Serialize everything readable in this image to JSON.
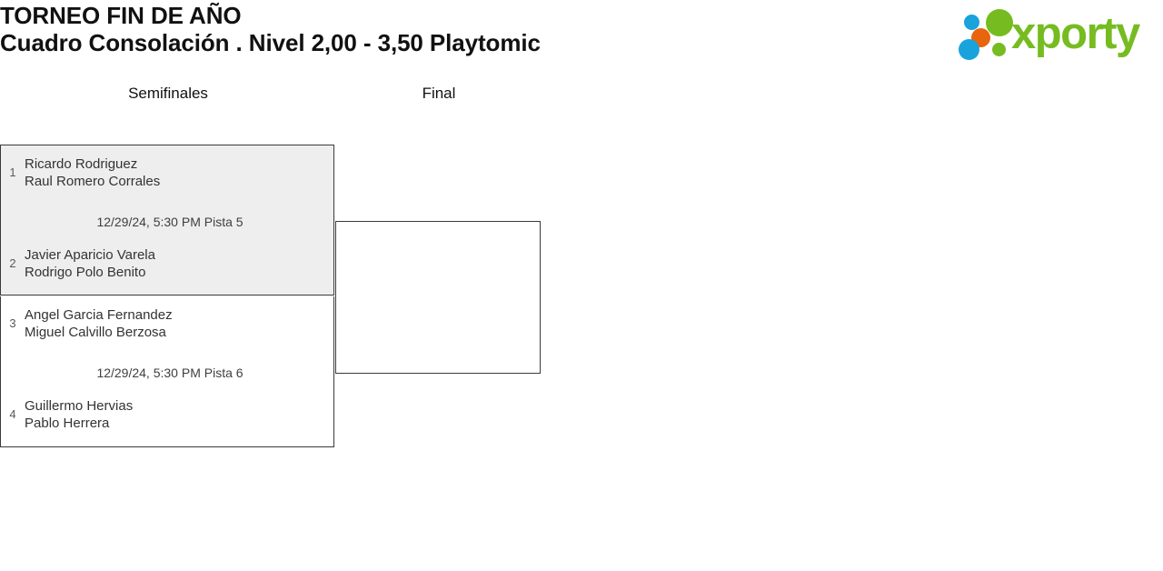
{
  "header": {
    "tournament_name": "TORNEO FIN DE AÑO",
    "subtitle": "Cuadro Consolación . Nivel 2,00 - 3,50 Playtomic",
    "logo": {
      "wordmark": "xporty",
      "brand_green": "#76bc21",
      "brand_blue": "#19a3dd",
      "brand_orange": "#e8650d"
    }
  },
  "bracket": {
    "rounds": [
      {
        "label": "Semifinales"
      },
      {
        "label": "Final"
      }
    ],
    "matches": [
      {
        "id": "sf1",
        "round": "Semifinales",
        "highlighted": true,
        "schedule": "12/29/24, 5:30 PM Pista 5",
        "teams": [
          {
            "seed": "1",
            "player1": "Ricardo Rodriguez",
            "player2": "Raul Romero Corrales"
          },
          {
            "seed": "2",
            "player1": "Javier Aparicio Varela",
            "player2": "Rodrigo Polo Benito"
          }
        ]
      },
      {
        "id": "sf2",
        "round": "Semifinales",
        "highlighted": false,
        "schedule": "12/29/24, 5:30 PM Pista 6",
        "teams": [
          {
            "seed": "3",
            "player1": "Angel Garcia Fernandez",
            "player2": "Miguel Calvillo Berzosa"
          },
          {
            "seed": "4",
            "player1": "Guillermo Hervias",
            "player2": "Pablo Herrera"
          }
        ]
      }
    ],
    "final": {
      "id": "final",
      "round": "Final",
      "schedule": "",
      "teams": [
        {
          "seed": "",
          "player1": "",
          "player2": ""
        },
        {
          "seed": "",
          "player1": "",
          "player2": ""
        }
      ]
    }
  }
}
